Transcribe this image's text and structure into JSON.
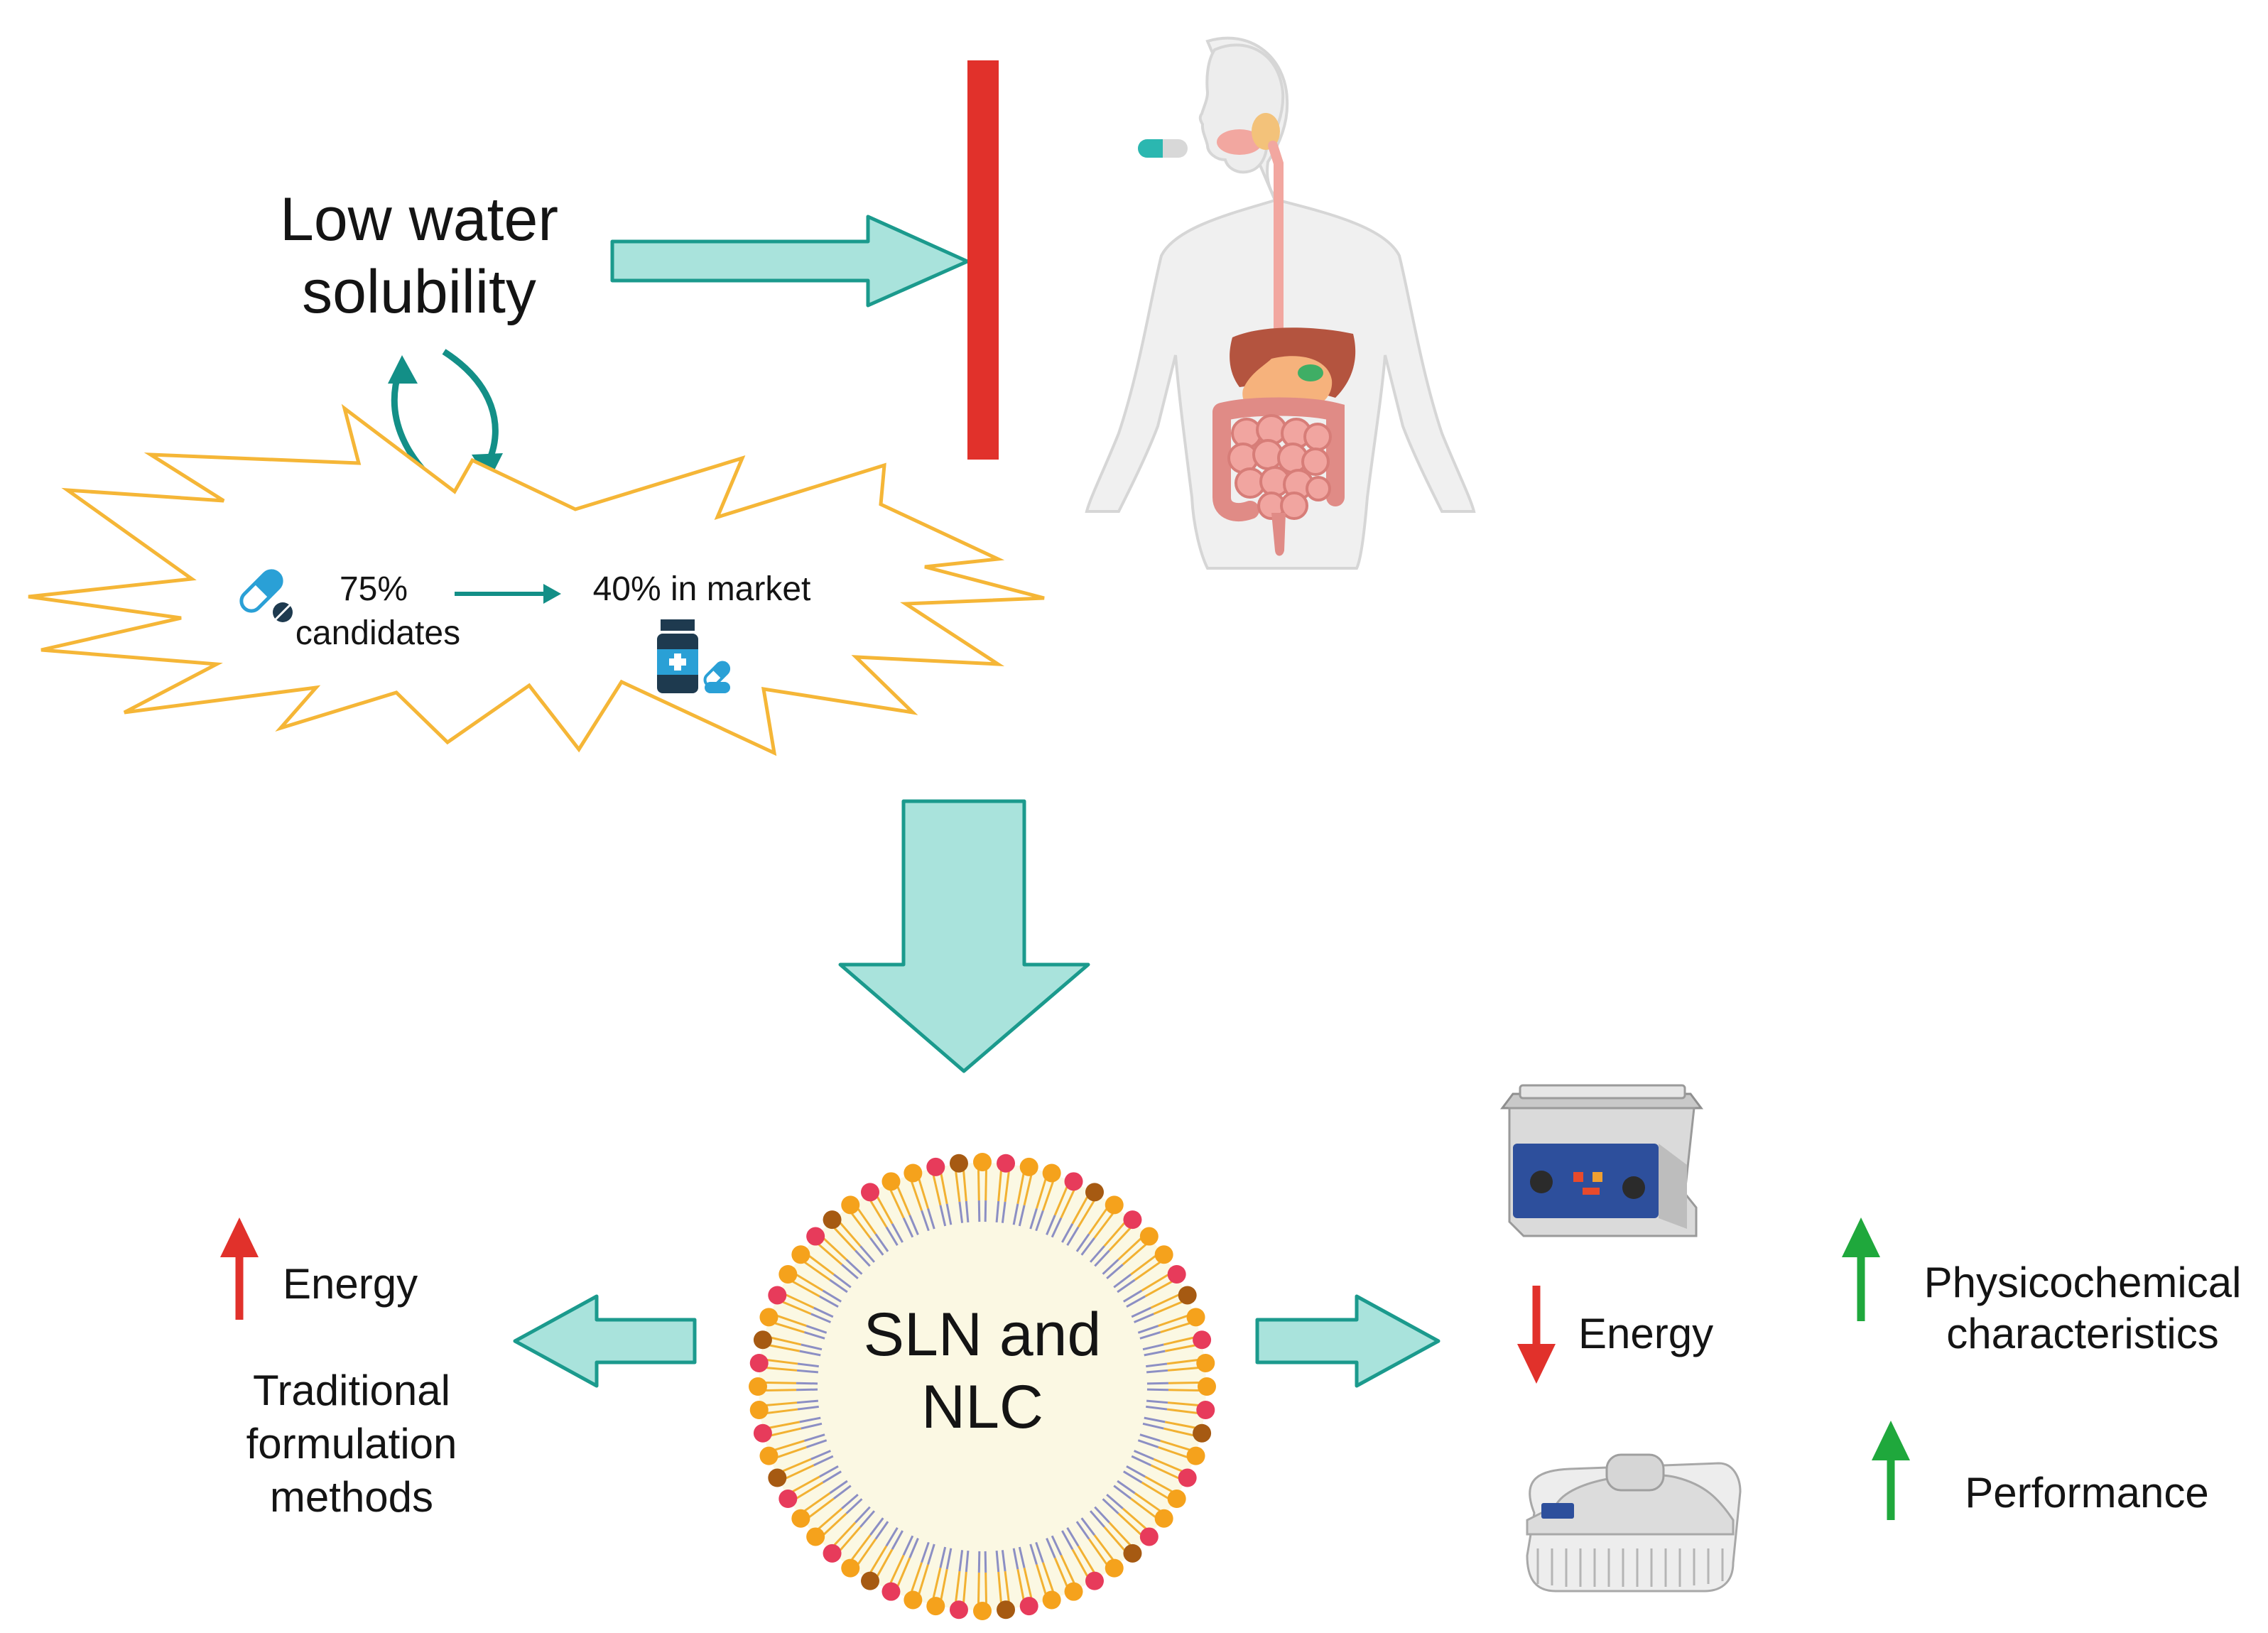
{
  "problem": {
    "title_line1": "Low water",
    "title_line2": "solubility"
  },
  "statistics": {
    "candidates_percent": "75%",
    "candidates_label": "candidates",
    "market_label": "40% in market"
  },
  "center": {
    "label_line1": "SLN and",
    "label_line2": "NLC"
  },
  "traditional": {
    "energy_label": "Energy",
    "methods_line1": "Traditional",
    "methods_line2": "formulation",
    "methods_line3": "methods"
  },
  "alternative": {
    "energy_label": "Energy",
    "physico_line1": "Physicochemical",
    "physico_line2": "characteristics",
    "performance_label": "Performance"
  },
  "icons": {
    "barrier": "red-barrier-bar",
    "body": "human-digestive-system-icon",
    "capsule_mouth": "capsule-icon",
    "pills": "pills-icon",
    "medicine_bottle": "medicine-bottle-icon",
    "sonicator": "ultrasonic-bath-icon",
    "homogenizer": "microfluidizer-icon",
    "nanoparticle": "lipid-nanoparticle-icon"
  },
  "colors": {
    "big_arrow_fill": "#a9e3dc",
    "big_arrow_stroke": "#1b9a8d",
    "teal": "#138f87",
    "barrier_red": "#e1312b",
    "up_red": "#e1312b",
    "down_red": "#e1312b",
    "up_green": "#1fa83c",
    "burst_stroke": "#f5b637",
    "particle_core": "#fbf8e3"
  }
}
